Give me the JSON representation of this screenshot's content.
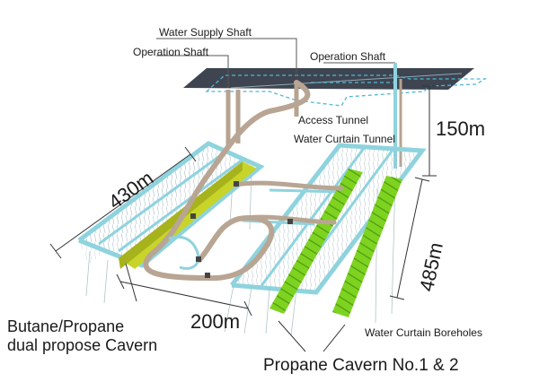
{
  "labels": {
    "water_supply_shaft": "Water Supply Shaft",
    "operation_shaft_left": "Operation Shaft",
    "operation_shaft_right": "Operation Shaft",
    "access_tunnel": "Access Tunnel",
    "water_curtain_tunnel": "Water Curtain Tunnel",
    "water_curtain_boreholes": "Water Curtain Boreholes",
    "butane_propane_cavern": "Butane/Propane\ndual propose Cavern",
    "propane_caverns": "Propane Cavern No.1 & 2"
  },
  "dimensions": {
    "depth": "150m",
    "length_left": "430m",
    "width": "200m",
    "length_right": "485m"
  },
  "colors": {
    "cavern_green": "#7ed321",
    "cavern_yellow": "#c8d42a",
    "tunnel_tan": "#b8a593",
    "water_curtain": "#8ed3de",
    "surface": "#3e4550",
    "dashed_water": "#4fb8d8"
  }
}
